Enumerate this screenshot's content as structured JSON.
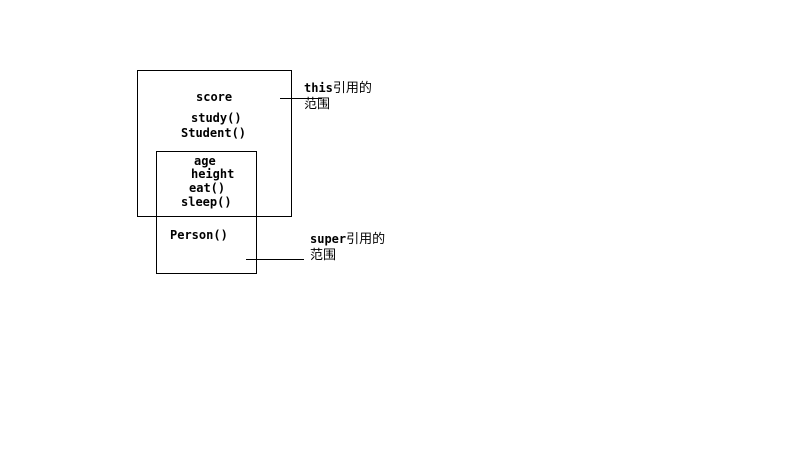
{
  "student_box": {
    "fields": [
      "score"
    ],
    "methods": [
      "study()",
      "Student()"
    ]
  },
  "person_box": {
    "members": [
      "age",
      "height",
      "eat()",
      "sleep()"
    ],
    "constructor": "Person()"
  },
  "labels": {
    "this_keyword": "this",
    "this_text": "引用的",
    "this_text2": "范围",
    "super_keyword": "super",
    "super_text": "引用的",
    "super_text2": "范围"
  }
}
